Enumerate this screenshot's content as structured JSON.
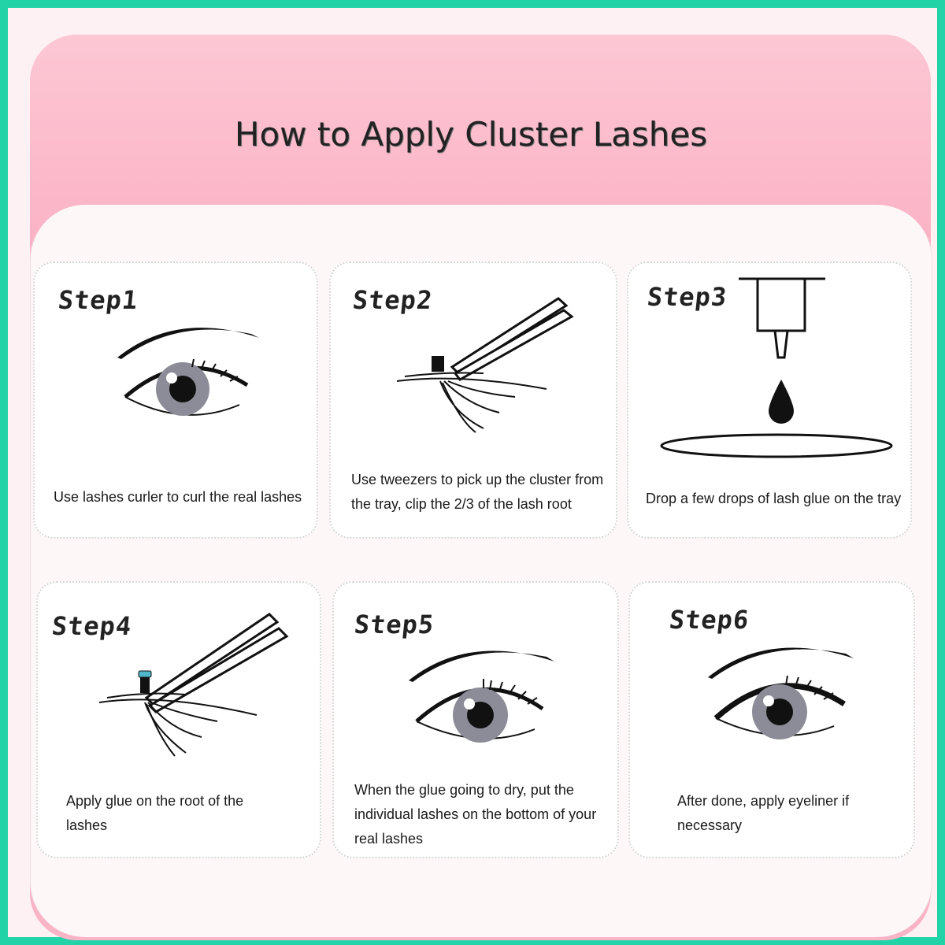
{
  "title": "How to Apply Cluster Lashes",
  "steps": [
    {
      "label": "Step1",
      "icon": "eye-icon",
      "caption": "Use lashes curler to curl the real lashes"
    },
    {
      "label": "Step2",
      "icon": "tweezers-cluster-icon",
      "caption": "Use tweezers to pick up the cluster from the tray, clip the 2/3 of the lash root"
    },
    {
      "label": "Step3",
      "icon": "glue-drop-icon",
      "caption": "Drop a few drops of lash glue on the tray"
    },
    {
      "label": "Step4",
      "icon": "tweezers-glue-icon",
      "caption": "Apply glue on the  root of the lashes"
    },
    {
      "label": "Step5",
      "icon": "eye-lashes-bottom-icon",
      "caption": "When the glue going to dry, put the individual lashes on the bottom of your real lashes"
    },
    {
      "label": "Step6",
      "icon": "eye-eyeliner-icon",
      "caption": "After done, apply eyeliner if necessary"
    }
  ],
  "colors": {
    "border": "#22d3a8",
    "pink": "#fbb3c6",
    "glue_tip": "#4fb7c9"
  }
}
